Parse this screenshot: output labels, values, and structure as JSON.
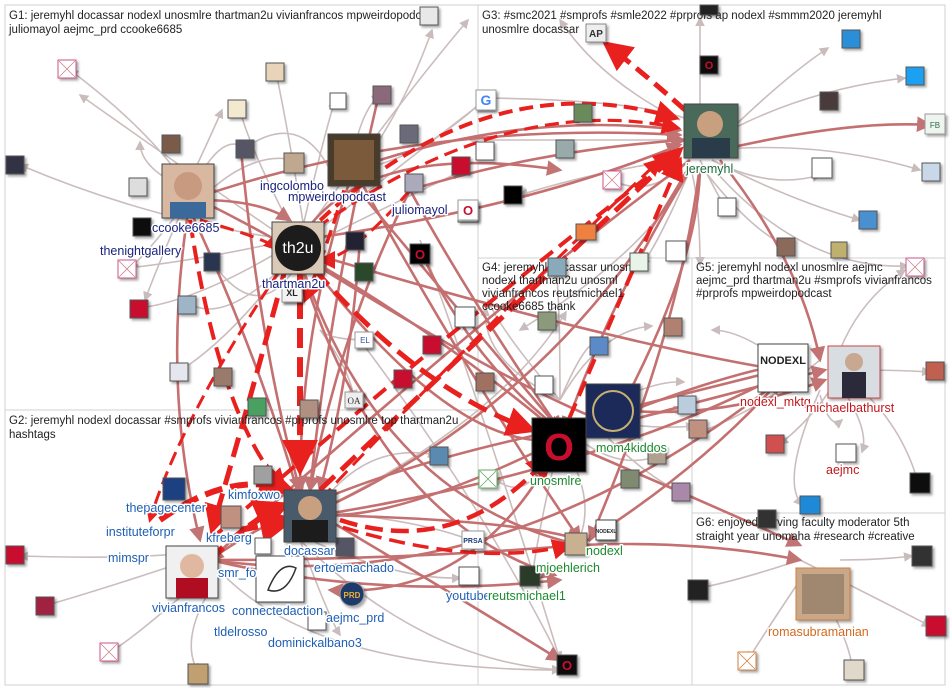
{
  "groups": [
    {
      "id": "G1",
      "lines": [
        "G1: jeremyhl docassar nodexl unosmlre thartman2u vivianfrancos mpweirdopodcast",
        "juliomayol aejmc_prd ccooke6685"
      ]
    },
    {
      "id": "G2",
      "lines": [
        "G2: jeremyhl nodexl docassar #smprofs vivianfrancos #prprofs unosmlre top thartman2u",
        "hashtags"
      ]
    },
    {
      "id": "G3",
      "lines": [
        "G3: #smc2021 #smprofs #smle2022 #prprofs ap nodexl #smmm2020 jeremyhl",
        "unosmlre docassar"
      ]
    },
    {
      "id": "G4",
      "lines": [
        "G4: jeremyhl docassar unosmlre",
        "nodexl thartman2u unosml",
        "vivianfrancos reutsmichael1",
        "ccooke6685 thank"
      ]
    },
    {
      "id": "G5",
      "lines": [
        "G5: jeremyhl nodexl unosmlre aejmc",
        "aejmc_prd thartman2u #smprofs vivianfrancos",
        "#prprofs mpweirdopodcast"
      ]
    },
    {
      "id": "G6",
      "lines": [
        "G6: enjoyed serving faculty moderator 5th",
        "straight year unomaha #research #creative"
      ]
    }
  ],
  "labels": {
    "jeremyhl": "jeremyhl",
    "ccooke6685": "ccooke6685",
    "thenightgallery": "thenightgallery",
    "ingcolombo": "ingcolombo",
    "mpweirdopodcast": "mpweirdopodcast",
    "juliomayol": "juliomayol",
    "thartman2u": "thartman2u",
    "unosmlre": "unosmlre",
    "mom4kiddos": "mom4kiddos",
    "nodexl_mktg": "nodexl_mktg",
    "michaelbathurst": "michaelbathurst",
    "aejmc": "aejmc",
    "thepagecenter": "thepagecenter",
    "kimfoxwo": "kimfoxwo",
    "instituteforpr": "instituteforpr",
    "kfreberg": "kfreberg",
    "mimspr": "mimspr",
    "docassar": "docassar",
    "smr_fo": "smr_fo",
    "ertoemachado": "ertoemachado",
    "vivianfrancos": "vivianfrancos",
    "connectedaction": "connectedaction",
    "aejmc_prd": "aejmc_prd",
    "tldelrosso": "tldelrosso",
    "dominickalbano3": "dominickalbano3",
    "youtube": "youtube",
    "reutsmichael1": "reutsmichael1",
    "mjoehlerich": "mjoehlerich",
    "nodexl": "nodexl",
    "romasubramanian": "romasubramanian"
  },
  "node_text": {
    "th2u": "th2u",
    "ap": "AP",
    "nodexl_logo": "NODEXL",
    "prsa": "PRSA",
    "prd": "PRD",
    "fb": "FB",
    "el": "EL",
    "oa": "OA",
    "xl": "XL",
    "g_logo": "G"
  },
  "colors": {
    "edge_strong": "#e8201e",
    "edge_medium": "#c75a5a",
    "edge_light": "#c9b7b7",
    "group_border": "#cfcfcf",
    "label_blue": "#1e5fb4",
    "label_darkblue": "#1a237e",
    "label_green": "#1b8a2e",
    "label_red": "#c0171c",
    "label_orange": "#d2691e"
  }
}
